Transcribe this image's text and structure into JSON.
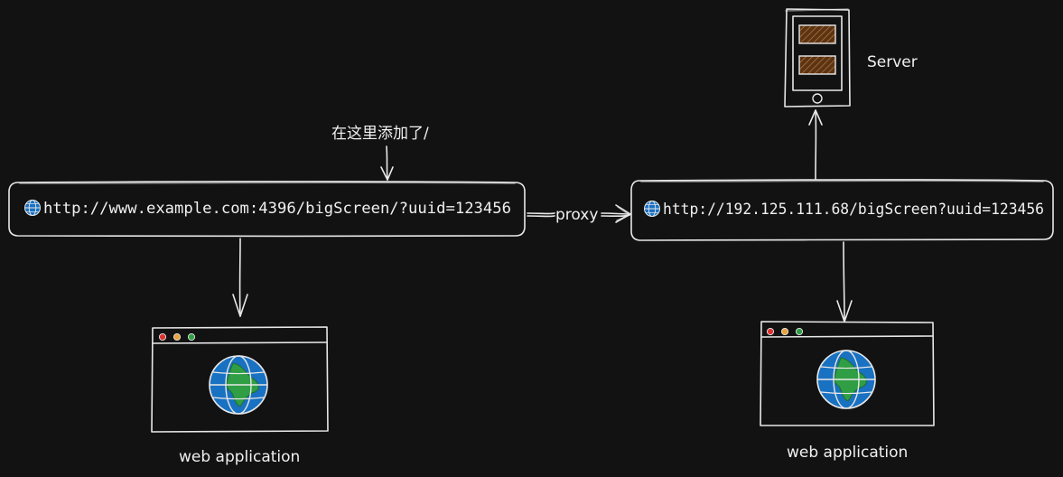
{
  "annotation": {
    "text": "在这里添加了/"
  },
  "proxy_link": {
    "label": "proxy"
  },
  "client_url": {
    "text": "http://www.example.com:4396/bigScreen/?uuid=123456",
    "icon": "globe-icon"
  },
  "server_url": {
    "text": "http://192.125.111.68/bigScreen?uuid=123456",
    "icon": "globe-icon"
  },
  "server": {
    "label": "Server",
    "icon": "server-icon"
  },
  "apps": [
    {
      "label": "web application",
      "icon": "globe-icon"
    },
    {
      "label": "web application",
      "icon": "globe-icon"
    }
  ],
  "colors": {
    "background": "#121212",
    "stroke": "#e8e8e8",
    "globe_ocean": "#1971c2",
    "globe_land": "#2f9e44",
    "dot_red": "#e03131",
    "dot_yellow": "#e8a33d",
    "dot_green": "#2f9e44",
    "server_fill": "#8a4b1a"
  }
}
